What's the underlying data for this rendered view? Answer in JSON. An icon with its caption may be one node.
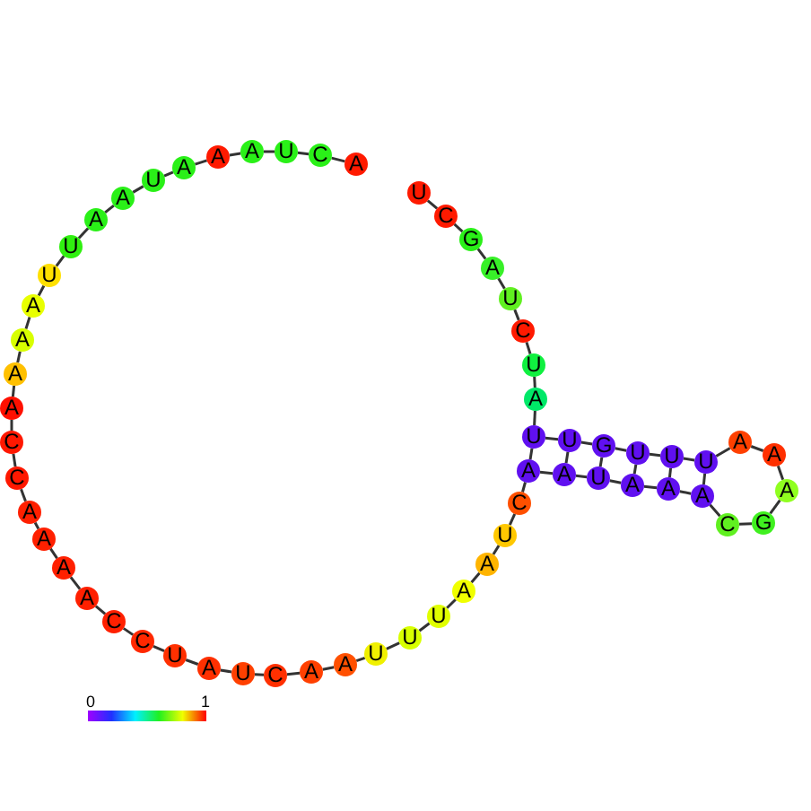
{
  "diagram": {
    "nodes": [
      {
        "text": [
          "U"
        ]
      },
      {
        "text": [
          "C"
        ]
      },
      {
        "text": [
          "G"
        ]
      },
      {
        "text": [
          "A"
        ]
      },
      {
        "text": [
          "U"
        ]
      },
      {
        "text": [
          "C"
        ]
      },
      {
        "text": [
          "U"
        ]
      },
      {
        "text": [
          "A"
        ]
      },
      {
        "text": [
          "U"
        ]
      },
      {
        "text": [
          "U"
        ]
      },
      {
        "text": [
          "G"
        ]
      },
      {
        "text": [
          "U"
        ]
      },
      {
        "text": [
          "U"
        ]
      },
      {
        "text": [
          "U"
        ]
      },
      {
        "text": [
          "A"
        ]
      },
      {
        "text": [
          "A"
        ]
      },
      {
        "text": [
          "A"
        ]
      },
      {
        "text": [
          "G"
        ]
      },
      {
        "text": [
          "C"
        ]
      },
      {
        "text": [
          "A"
        ]
      },
      {
        "text": [
          "A"
        ]
      },
      {
        "text": [
          "A"
        ]
      },
      {
        "text": [
          "U"
        ]
      },
      {
        "text": [
          "A"
        ]
      },
      {
        "text": [
          "A"
        ]
      },
      {
        "text": [
          "C"
        ]
      },
      {
        "text": [
          "U"
        ]
      },
      {
        "text": [
          "A"
        ]
      },
      {
        "text": [
          "A"
        ]
      },
      {
        "text": [
          "U"
        ]
      },
      {
        "text": [
          "U"
        ]
      },
      {
        "text": [
          "U"
        ]
      },
      {
        "text": [
          "A"
        ]
      },
      {
        "text": [
          "A"
        ]
      },
      {
        "text": [
          "C"
        ]
      },
      {
        "text": [
          "U"
        ]
      },
      {
        "text": [
          "A"
        ]
      },
      {
        "text": [
          "U"
        ]
      },
      {
        "text": [
          "C"
        ]
      },
      {
        "text": [
          "C"
        ]
      },
      {
        "text": [
          "A"
        ]
      },
      {
        "text": [
          "A"
        ]
      },
      {
        "text": [
          "A"
        ]
      },
      {
        "text": [
          "A"
        ]
      },
      {
        "text": [
          "C"
        ]
      },
      {
        "text": [
          "C"
        ]
      },
      {
        "text": [
          "A"
        ]
      },
      {
        "text": [
          "A"
        ]
      },
      {
        "text": [
          "A"
        ]
      },
      {
        "text": [
          "A"
        ]
      },
      {
        "text": [
          "U"
        ]
      },
      {
        "text": [
          "U"
        ]
      },
      {
        "text": [
          "A"
        ]
      },
      {
        "text": [
          "A"
        ]
      },
      {
        "text": [
          "U"
        ]
      },
      {
        "text": [
          "A"
        ]
      },
      {
        "text": [
          "A"
        ]
      },
      {
        "text": [
          "A"
        ]
      },
      {
        "text": [
          "U"
        ]
      },
      {
        "text": [
          "C"
        ]
      },
      {
        "text": [
          "A"
        ]
      }
    ],
    "edges": [
      {
        "from": 0,
        "to": 1,
        "arrow": "none"
      },
      {
        "from": 1,
        "to": 2,
        "arrow": "none"
      },
      {
        "from": 2,
        "to": 3,
        "arrow": "none"
      },
      {
        "from": 3,
        "to": 4,
        "arrow": "none"
      },
      {
        "from": 4,
        "to": 5,
        "arrow": "none"
      },
      {
        "from": 5,
        "to": 6,
        "arrow": "none"
      },
      {
        "from": 6,
        "to": 7,
        "arrow": "none"
      },
      {
        "from": 7,
        "to": 8,
        "arrow": "none"
      },
      {
        "from": 8,
        "to": 9,
        "arrow": "none"
      },
      {
        "from": 9,
        "to": 10,
        "arrow": "none"
      },
      {
        "from": 10,
        "to": 11,
        "arrow": "none"
      },
      {
        "from": 11,
        "to": 12,
        "arrow": "none"
      },
      {
        "from": 12,
        "to": 13,
        "arrow": "none"
      },
      {
        "from": 13,
        "to": 14,
        "arrow": "none"
      },
      {
        "from": 14,
        "to": 15,
        "arrow": "none"
      },
      {
        "from": 15,
        "to": 16,
        "arrow": "none"
      },
      {
        "from": 16,
        "to": 17,
        "arrow": "none"
      },
      {
        "from": 17,
        "to": 18,
        "arrow": "none"
      },
      {
        "from": 18,
        "to": 19,
        "arrow": "none"
      },
      {
        "from": 19,
        "to": 20,
        "arrow": "none"
      },
      {
        "from": 20,
        "to": 21,
        "arrow": "none"
      },
      {
        "from": 21,
        "to": 22,
        "arrow": "none"
      },
      {
        "from": 22,
        "to": 23,
        "arrow": "none"
      },
      {
        "from": 23,
        "to": 24,
        "arrow": "none"
      },
      {
        "from": 24,
        "to": 25,
        "arrow": "none"
      },
      {
        "from": 25,
        "to": 26,
        "arrow": "none"
      },
      {
        "from": 26,
        "to": 27,
        "arrow": "none"
      },
      {
        "from": 27,
        "to": 28,
        "arrow": "none"
      },
      {
        "from": 28,
        "to": 29,
        "arrow": "none"
      },
      {
        "from": 29,
        "to": 30,
        "arrow": "none"
      },
      {
        "from": 30,
        "to": 31,
        "arrow": "none"
      },
      {
        "from": 31,
        "to": 32,
        "arrow": "none"
      },
      {
        "from": 32,
        "to": 33,
        "arrow": "none"
      },
      {
        "from": 33,
        "to": 34,
        "arrow": "none"
      },
      {
        "from": 34,
        "to": 35,
        "arrow": "none"
      },
      {
        "from": 35,
        "to": 36,
        "arrow": "none"
      },
      {
        "from": 36,
        "to": 37,
        "arrow": "none"
      },
      {
        "from": 37,
        "to": 38,
        "arrow": "none"
      },
      {
        "from": 38,
        "to": 39,
        "arrow": "none"
      },
      {
        "from": 39,
        "to": 40,
        "arrow": "none"
      },
      {
        "from": 40,
        "to": 41,
        "arrow": "none"
      },
      {
        "from": 41,
        "to": 42,
        "arrow": "none"
      },
      {
        "from": 42,
        "to": 43,
        "arrow": "none"
      },
      {
        "from": 43,
        "to": 44,
        "arrow": "none"
      },
      {
        "from": 44,
        "to": 45,
        "arrow": "none"
      },
      {
        "from": 45,
        "to": 46,
        "arrow": "none"
      },
      {
        "from": 46,
        "to": 47,
        "arrow": "none"
      },
      {
        "from": 47,
        "to": 48,
        "arrow": "none"
      },
      {
        "from": 48,
        "to": 49,
        "arrow": "none"
      },
      {
        "from": 49,
        "to": 50,
        "arrow": "none"
      },
      {
        "from": 50,
        "to": 51,
        "arrow": "none"
      },
      {
        "from": 51,
        "to": 52,
        "arrow": "none"
      },
      {
        "from": 52,
        "to": 53,
        "arrow": "none"
      },
      {
        "from": 53,
        "to": 54,
        "arrow": "none"
      },
      {
        "from": 54,
        "to": 55,
        "arrow": "none"
      },
      {
        "from": 55,
        "to": 56,
        "arrow": "none"
      },
      {
        "from": 56,
        "to": 57,
        "arrow": "none"
      },
      {
        "from": 57,
        "to": 58,
        "arrow": "none"
      },
      {
        "from": 58,
        "to": 59,
        "arrow": "none"
      },
      {
        "from": 59,
        "to": 60,
        "arrow": "none"
      },
      {
        "from": 8,
        "to": 24,
        "arrow": "none"
      },
      {
        "from": 9,
        "to": 23,
        "arrow": "none"
      },
      {
        "from": 10,
        "to": 22,
        "arrow": "none"
      },
      {
        "from": 11,
        "to": 21,
        "arrow": "none"
      },
      {
        "from": 12,
        "to": 20,
        "arrow": "none"
      },
      {
        "from": 13,
        "to": 19,
        "arrow": "none"
      }
    ],
    "labels": [
      "0",
      "1"
    ]
  }
}
